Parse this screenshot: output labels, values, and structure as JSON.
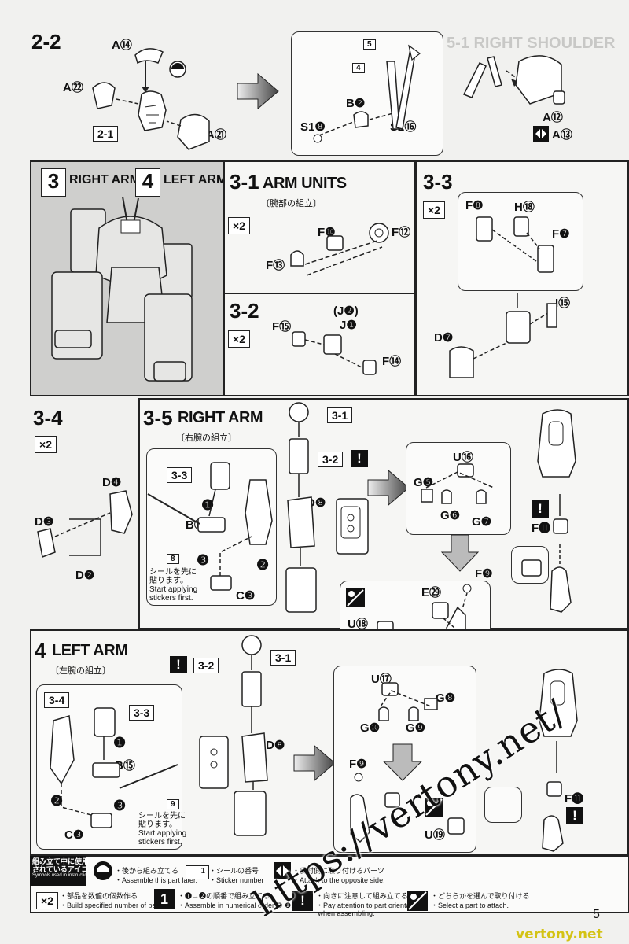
{
  "page_number": "5",
  "step_2_2": {
    "label": "2-2",
    "parts": [
      "A⑭",
      "A㉒",
      "2-1",
      "A㉑",
      "B❷",
      "S1❽",
      "S2⑯",
      "A⑫",
      "A⑬"
    ],
    "sticker_refs": [
      "5",
      "4"
    ],
    "bg_text": "5-1 RIGHT SHOULDER"
  },
  "step_3_4_header": {
    "num_3": "3",
    "label_3": "RIGHT ARM",
    "num_4": "4",
    "label_4": "LEFT ARM"
  },
  "step_3_1": {
    "label": "3-1",
    "title": "ARM UNITS",
    "jp": "〔腕部の組立〕",
    "qty": "×2",
    "parts": [
      "F❿",
      "F⑫",
      "F⑬"
    ]
  },
  "step_3_2": {
    "label": "3-2",
    "qty": "×2",
    "parts": [
      "(J❷)",
      "J❶",
      "F⑮",
      "F⑭"
    ]
  },
  "step_3_3": {
    "label": "3-3",
    "qty": "×2",
    "parts": [
      "F❽",
      "H⑱",
      "F❼",
      "I⑮",
      "D❼"
    ]
  },
  "step_3_4": {
    "label": "3-4",
    "qty": "×2",
    "parts": [
      "D❹",
      "D❸",
      "D❷"
    ]
  },
  "step_3_5": {
    "label": "3-5",
    "title": "RIGHT ARM",
    "jp": "〔右腕の組立〕",
    "refs": [
      "3-3",
      "3-1",
      "3-2"
    ],
    "parts": [
      "B⑮",
      "C❸",
      "D❽",
      "U⑯",
      "G❺",
      "G❻",
      "G❼",
      "F⓫",
      "F❾",
      "E㉙",
      "U⑱"
    ],
    "sticker_ref": "8",
    "sticker_note_jp": "シールを先に\n貼ります。",
    "sticker_note_en": "Start applying\nstickers first.",
    "step_marks": [
      "❶",
      "❷",
      "❸"
    ]
  },
  "step_4": {
    "label": "4",
    "title": "LEFT ARM",
    "jp": "〔左腕の組立〕",
    "refs": [
      "3-2",
      "3-1",
      "3-4",
      "3-3"
    ],
    "parts": [
      "B⑮",
      "C❸",
      "D❽",
      "U⑰",
      "G❽",
      "G❿",
      "G❾",
      "F❾",
      "F⓫",
      "U⑲"
    ],
    "sticker_ref": "9",
    "sticker_note_jp": "シールを先に\n貼ります。",
    "sticker_note_en": "Start applying\nstickers first.",
    "step_marks": [
      "❶",
      "❷",
      "❸"
    ]
  },
  "legend": {
    "title_jp": "組み立て中に使用\nされているアイコン",
    "title_en": "Symbols used in instructions",
    "items": [
      {
        "jp": "・後から組み立てる",
        "en": "・Assemble this part later."
      },
      {
        "jp": "・シールの番号",
        "en": "・Sticker number"
      },
      {
        "jp": "・反対側に取り付けるパーツ",
        "en": "・Attach to the opposite side."
      },
      {
        "jp": "・部品を数値の個数作る",
        "en": "・Build specified number of parts."
      },
      {
        "jp": "・❶→❷の順番で組み立てる",
        "en": "・Assemble in numerical order ❶ ❷..."
      },
      {
        "jp": "・向きに注意して組み立てる",
        "en": "・Pay attention to part orientation\n when assembling."
      },
      {
        "jp": "・どちらかを選んで取り付ける",
        "en": "・Select a part to attach."
      }
    ],
    "icon_x2": "×2",
    "icon_sticker_num": "1",
    "icon_order": "1"
  },
  "watermark": "https://vertony.net/",
  "watermark2": "vertony.net"
}
